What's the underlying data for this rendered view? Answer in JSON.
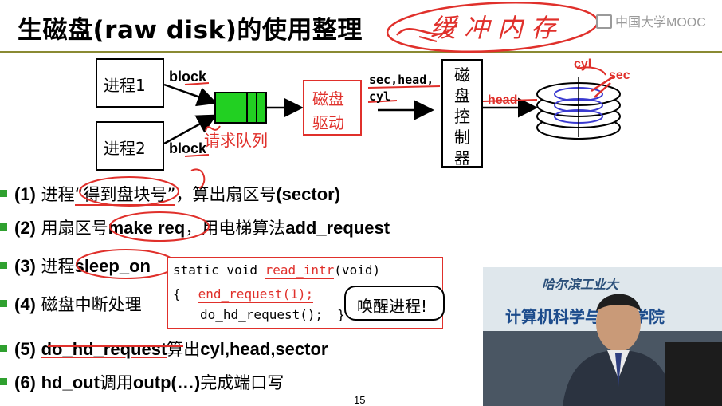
{
  "header": {
    "title": "生磁盘(raw disk)的使用整理",
    "handwriting": "缓冲内存",
    "mooc_label": "中国大学MOOC"
  },
  "diagram": {
    "process1": "进程1",
    "process2": "进程2",
    "block_top": "block",
    "block_bottom": "block",
    "queue_label": "请求队列",
    "driver_line1": "磁盘",
    "driver_line2": "驱动",
    "params_line1": "sec,head,",
    "params_line2": "cyl",
    "controller": [
      "磁",
      "盘",
      "控",
      "制",
      "器"
    ],
    "cyl": "cyl",
    "sec": "sec",
    "head": "head"
  },
  "steps": [
    {
      "num": "(1)",
      "pre": "进程",
      "mid": "“得到盘块号”",
      "post": "，算出扇区号",
      "bold": "(sector)"
    },
    {
      "num": "(2)",
      "pre": "用扇区号",
      "bold1": "make req",
      "post": "，用电梯算法",
      "bold2": "add_request"
    },
    {
      "num": "(3)",
      "pre": "进程",
      "bold": "sleep_on"
    },
    {
      "num": "(4)",
      "pre": "磁盘中断处理"
    },
    {
      "num": "(5)",
      "bold": "do_hd_request",
      "post": "算出",
      "bold2": "cyl,head,sector"
    },
    {
      "num": "(6)",
      "bold": "hd_out",
      "post": "调用",
      "bold2": "outp(…)",
      "post2": "完成端口写"
    }
  ],
  "code": {
    "line1_pre": "static void ",
    "line1_fn": "read_intr",
    "line1_post": "(void)",
    "line2_brace": "{",
    "line2_call": "end_request(1);",
    "line3": "do_hd_request();",
    "line3_close": "}"
  },
  "callout": "唤醒进程!",
  "video": {
    "banner_line1": "哈尔滨工业大",
    "banner_line2": "计算机科学与技术学院"
  },
  "page_number": "15",
  "colors": {
    "accent_red": "#e0302b",
    "queue_green": "#22d022",
    "rule_olive": "#8a8a32",
    "bullet_green": "#2fa02f"
  }
}
